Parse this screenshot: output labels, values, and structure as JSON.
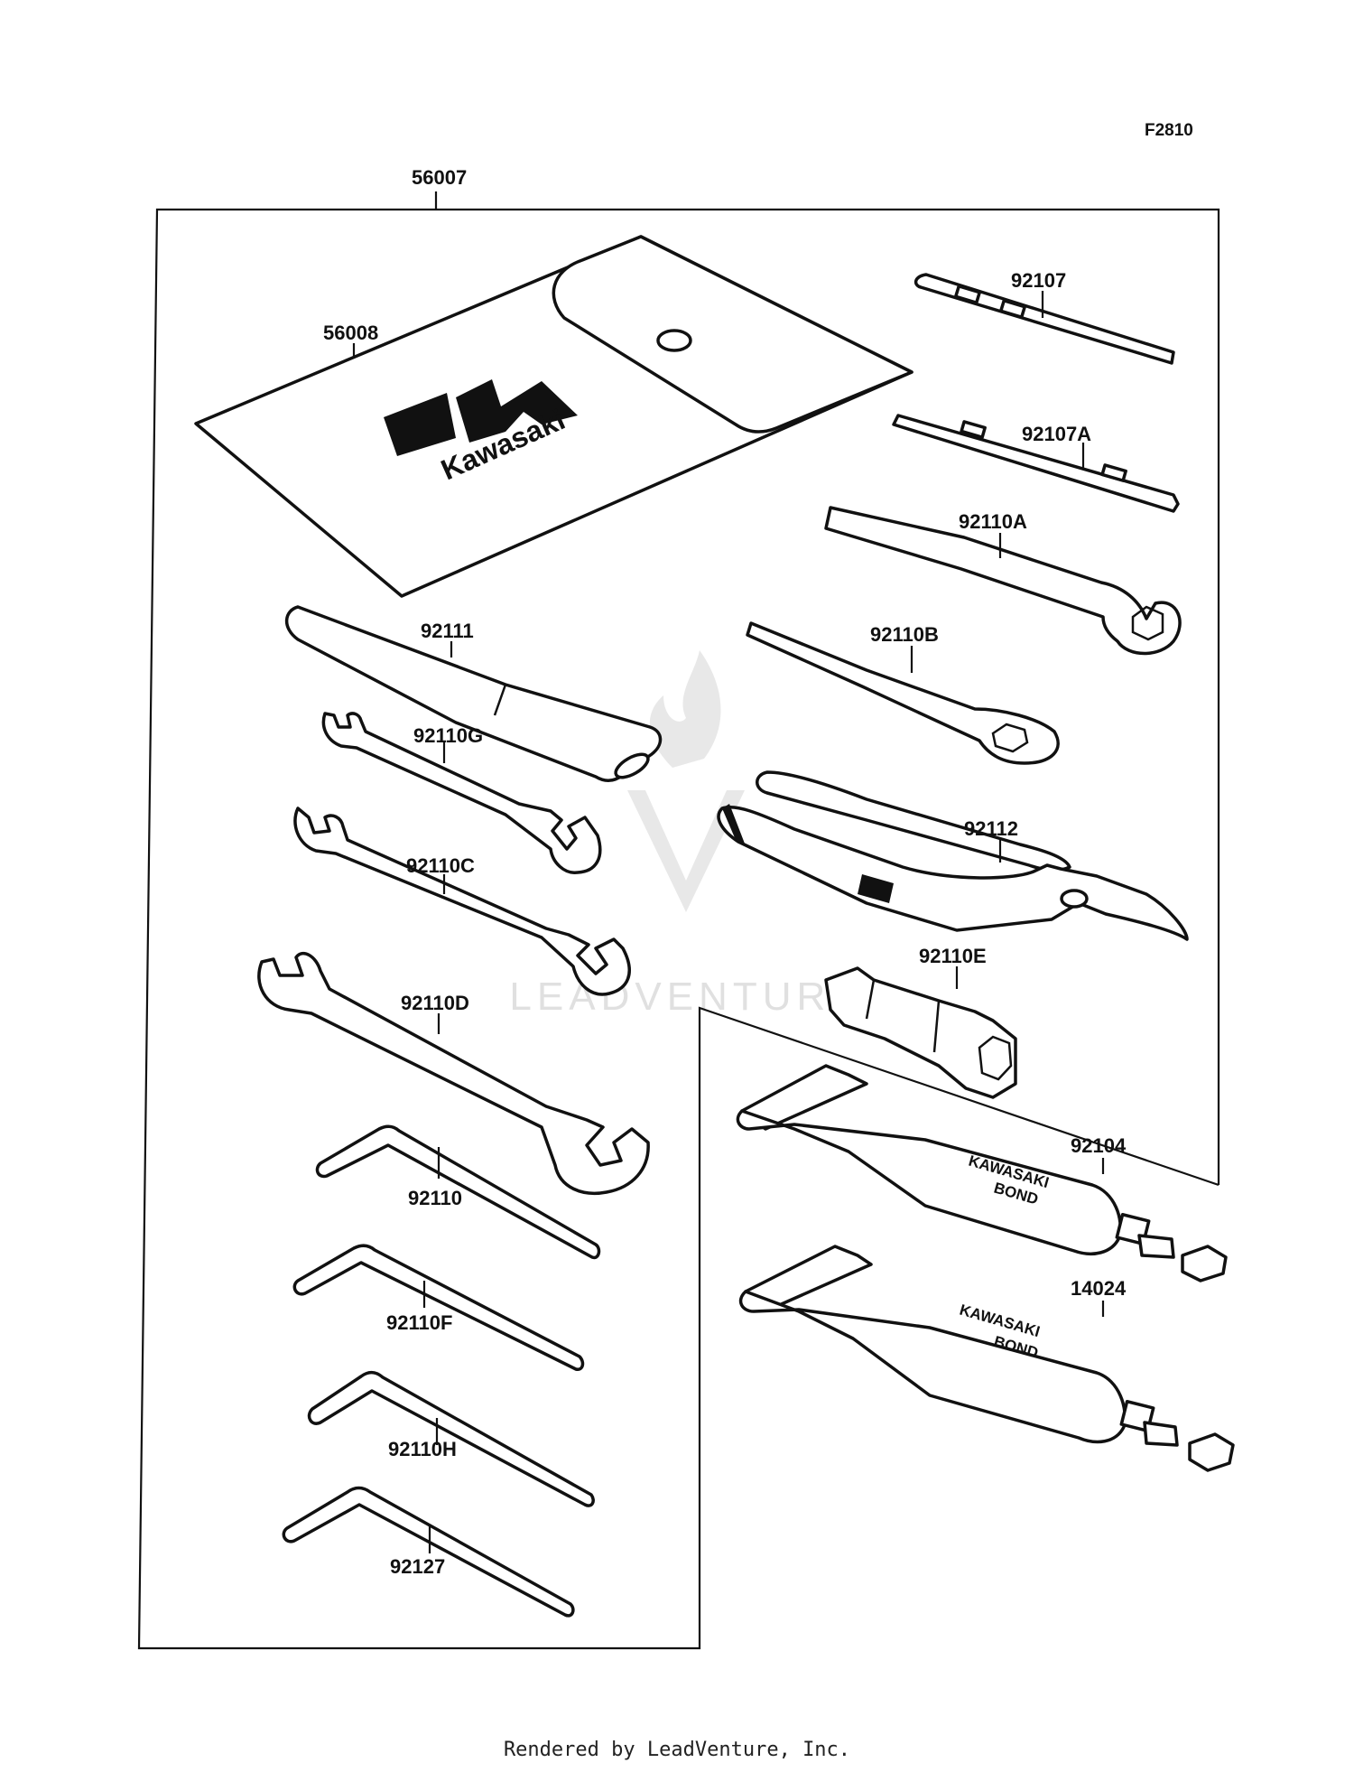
{
  "figure_code": "F2810",
  "footer": "Rendered by LeadVenture, Inc.",
  "watermark": "LEADVENTURE",
  "pouch": {
    "brand_text": "Kawasaki"
  },
  "tube_text": {
    "line1": "KAWASAKI",
    "line2": "BOND"
  },
  "parts": [
    {
      "id": "56007",
      "name": "kit-frame"
    },
    {
      "id": "56008",
      "name": "tool-pouch"
    },
    {
      "id": "92107",
      "name": "screwdriver-bit"
    },
    {
      "id": "92107A",
      "name": "screwdriver-bit-a"
    },
    {
      "id": "92110A",
      "name": "box-wrench-a"
    },
    {
      "id": "92111",
      "name": "handle-bar"
    },
    {
      "id": "92110B",
      "name": "box-wrench-b"
    },
    {
      "id": "92110G",
      "name": "open-wrench-g"
    },
    {
      "id": "92112",
      "name": "pliers"
    },
    {
      "id": "92110C",
      "name": "open-wrench-c"
    },
    {
      "id": "92110E",
      "name": "spark-plug-socket"
    },
    {
      "id": "92110D",
      "name": "open-wrench-d"
    },
    {
      "id": "92104",
      "name": "bond-tube-92104"
    },
    {
      "id": "92110",
      "name": "hex-key-92110"
    },
    {
      "id": "14024",
      "name": "bond-tube-14024"
    },
    {
      "id": "92110F",
      "name": "hex-key-f"
    },
    {
      "id": "92110H",
      "name": "hex-key-h"
    },
    {
      "id": "92127",
      "name": "hex-key-92127"
    }
  ]
}
